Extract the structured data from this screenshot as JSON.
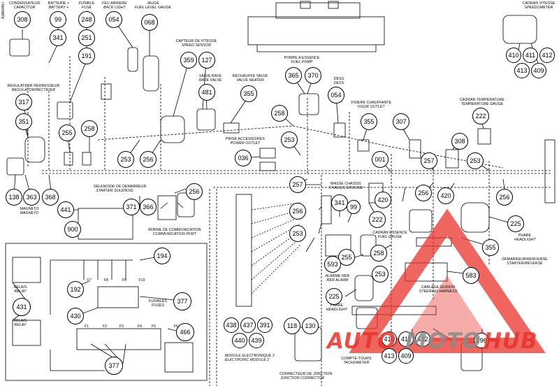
{
  "side_code": "43M0497",
  "labels": {
    "condensateur": {
      "fr": "CONDENSATEUR",
      "en": "CAPACITOR"
    },
    "batterie": {
      "fr": "BATTERIE +",
      "en": "BATTERY +"
    },
    "fusible": {
      "fr": "FUSIBLE",
      "en": "FUSE"
    },
    "feu_arriere": {
      "fr": "FEU ARRIERE",
      "en": "BACK LIGHT"
    },
    "jauge": {
      "fr": "JAUGE",
      "en": "FUEL LEVEL GAUGE"
    },
    "capteur_vitesse": {
      "fr": "CAPTEUR DE VITESSE",
      "en": "SPEED SENSOR"
    },
    "valve_rave": {
      "fr": "VALVE RAVE",
      "en": "RAVE VALVE"
    },
    "rechauffe_valve": {
      "fr": "RECHAUFFE VALVE",
      "en": "VALVE HEATER"
    },
    "pompe_essence": {
      "fr": "POMPE A ESSENCE",
      "en": "FUEL PUMP"
    },
    "dess": {
      "fr": "DESS",
      "en": "DESS"
    },
    "visiere": {
      "fr": "VISIERE CHAUFFANTE",
      "en": "VISOR OUTLET"
    },
    "regulateur": {
      "fr": "REGULATEUR REDRESSEUR",
      "en": "REGULATOR/RECTIFIER"
    },
    "prise_accessoires": {
      "fr": "PRISE ACCESSOIRES",
      "en": "POWER OUTLET"
    },
    "cadran_vitesse": {
      "fr": "CADRAN VITESSE",
      "en": "SPEEDOMETER"
    },
    "cadran_temperature": {
      "fr": "CADRAN TEMPERATURE",
      "en": "TEMPERATURE GAUGE"
    },
    "selenoide": {
      "fr": "SELENOIDE DE DEMARREUR",
      "en": "STARTER SOLENOID"
    },
    "magneto": {
      "fr": "MAGNETO",
      "en": "MAGNETO"
    },
    "borne": {
      "fr": "BORNE DE COMMUNICATION",
      "en": "COMMUNICATION PORT"
    },
    "masse": {
      "fr": "MASSE CHASSIS",
      "en": "CHASSIS GROUND"
    },
    "cadran_essence": {
      "fr": "CADRAN ESSENCE",
      "en": "FUEL GAUGE"
    },
    "phare_right": {
      "fr": "PHARE",
      "en": "HEADLIGHT"
    },
    "demarreur": {
      "fr": "DEMARREUR/RENVERSE",
      "en": "STARTER/REVERSE"
    },
    "cablage_guidon": {
      "fr": "CABLAGE GUIDON",
      "en": "STEERING HARNESS"
    },
    "alarme": {
      "fr": "ALARME RER",
      "en": "RER ALARM"
    },
    "phare_center": {
      "fr": "PHARE",
      "en": "HEADLIGHT"
    },
    "relais1": {
      "fr": "RELAIS",
      "en": "RELAY"
    },
    "relais2": {
      "fr": "RELAIS",
      "en": "RELAY"
    },
    "fusibles": {
      "fr": "FUSIBLES",
      "en": "FUSES"
    },
    "module": {
      "fr": "MODULE ELECTRONIQUE 2",
      "en": "ELECTRONIC MODULE 2"
    },
    "connecteur": {
      "fr": "CONNECTEUR DE JONCTION",
      "en": "JUNCTION CONNECTOR"
    },
    "compte_tours": {
      "fr": "COMPTE-TOURS",
      "en": "TACHOMETER"
    }
  },
  "fuse_labels": [
    "F7",
    "F8",
    "F9",
    "F10",
    "F1",
    "F2",
    "F3",
    "F4",
    "F5",
    "F6"
  ],
  "callouts": [
    "308",
    "99",
    "341",
    "248",
    "251",
    "191",
    "054",
    "068",
    "359",
    "127",
    "481",
    "355",
    "365",
    "370",
    "054",
    "355",
    "258",
    "253",
    "036",
    "317",
    "351",
    "255",
    "258",
    "253",
    "256",
    "138",
    "363",
    "368",
    "441",
    "900",
    "371",
    "366",
    "256",
    "257",
    "256",
    "253",
    "341",
    "99",
    "222",
    "001",
    "307",
    "420",
    "257",
    "256",
    "420",
    "308",
    "253",
    "222",
    "256",
    "225",
    "355",
    "583",
    "255",
    "593",
    "258",
    "253",
    "225",
    "194",
    "192",
    "377",
    "430",
    "431",
    "466",
    "377",
    "438",
    "437",
    "391",
    "440",
    "439",
    "118",
    "130",
    "410",
    "411",
    "412",
    "413",
    "409",
    "410",
    "411",
    "412",
    "413",
    "409",
    "196"
  ],
  "watermark": {
    "part1": "AUTO",
    "part2": "MOTO",
    "part3": "HUB"
  },
  "colors": {
    "line": "#000000",
    "watermark_red": "#e8332a",
    "watermark_gray": "#8a8a8a"
  }
}
